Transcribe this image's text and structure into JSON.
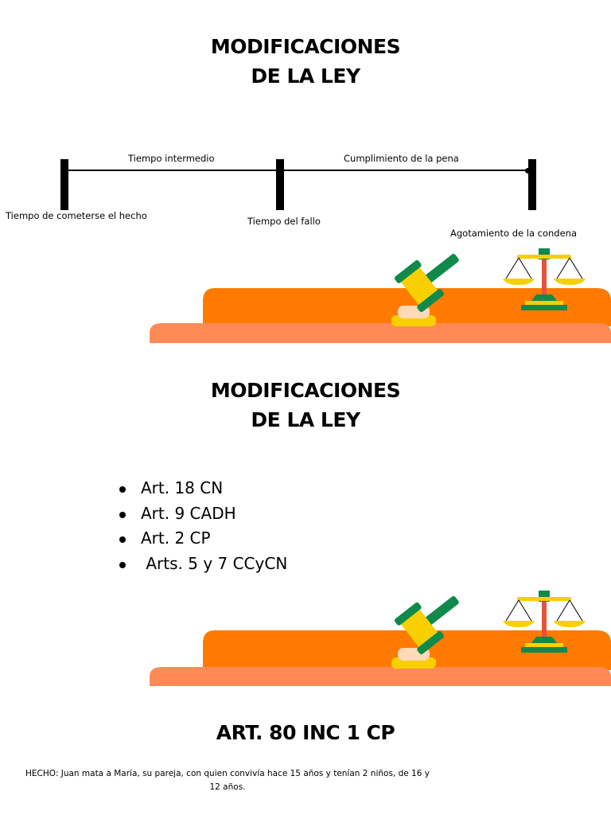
{
  "section1": {
    "title_line1": "MODIFICACIONES",
    "title_line2": "DE LA LEY"
  },
  "timeline": {
    "start_label": "Tiempo de cometerse el hecho",
    "middle_label": "Tiempo del fallo",
    "end_label": "Agotamiento de la condena",
    "interval1_label": "Tiempo intermedio",
    "interval2_label": "Cumplimiento de la pena"
  },
  "section2": {
    "title_line1": "MODIFICACIONES",
    "title_line2": "DE LA LEY",
    "items": [
      "Art. 18 CN",
      "Art. 9 CADH",
      "Art. 2 CP",
      " Arts. 5 y 7 CCyCN"
    ]
  },
  "section3": {
    "title": "ART. 80 INC 1 CP",
    "hecho_line1": "HECHO: Juan mata a María, su pareja, con quien convivía hace 15 años y tenían 2 niños, de 16 y",
    "hecho_line2": "12 años."
  },
  "colors": {
    "orange_dark": "#ff7a00",
    "orange_light": "#ff8a55",
    "gavel_green": "#0f8a4a",
    "gavel_yellow": "#f8cf00",
    "scale_red": "#e2553a"
  },
  "icons": [
    "gavel-icon",
    "scales-icon"
  ]
}
